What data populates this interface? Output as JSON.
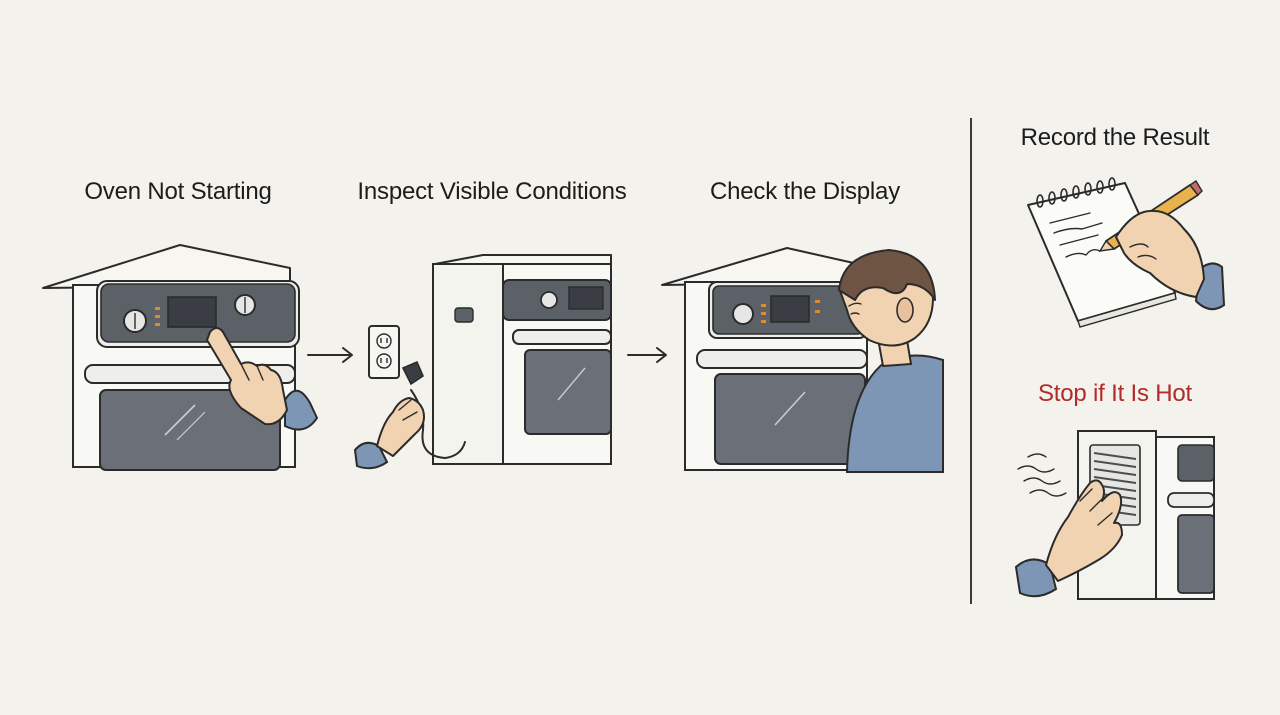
{
  "steps": [
    {
      "title": "Oven Not Starting"
    },
    {
      "title": "Inspect Visible Conditions"
    },
    {
      "title": "Check the Display"
    }
  ],
  "side_steps": [
    {
      "title": "Record the Result"
    },
    {
      "title": "Stop if It Is Hot"
    }
  ],
  "colors": {
    "background": "#f3f2ec",
    "warning": "#b22a2a",
    "panel": "#5c6168",
    "sleeve": "#7e96b5",
    "skin": "#f1d3b1",
    "hair": "#6e5443"
  },
  "icons": [
    "oven-icon",
    "pointing-hand-icon",
    "power-outlet-icon",
    "plug-icon",
    "person-icon",
    "notepad-icon",
    "pencil-icon",
    "heat-waves-icon",
    "arrow-right-icon"
  ]
}
